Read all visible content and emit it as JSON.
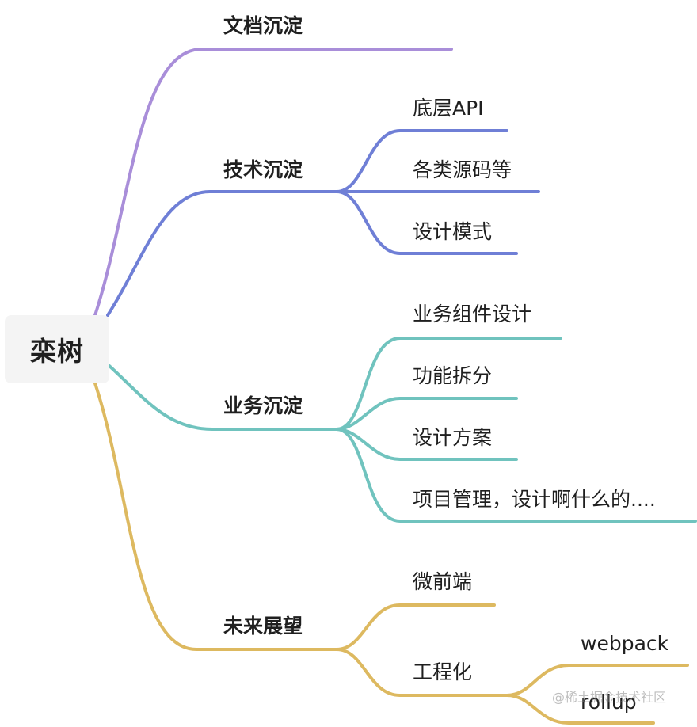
{
  "colors": {
    "purple": "#A98ED9",
    "blue": "#6F7FD6",
    "teal": "#70C3BE",
    "gold": "#DDB960",
    "root_bg": "#F4F4F4"
  },
  "root": {
    "label": "栾树"
  },
  "branches": [
    {
      "label": "文档沉淀",
      "color": "purple",
      "children": []
    },
    {
      "label": "技术沉淀",
      "color": "blue",
      "children": [
        {
          "label": "底层API"
        },
        {
          "label": "各类源码等"
        },
        {
          "label": "设计模式"
        }
      ]
    },
    {
      "label": "业务沉淀",
      "color": "teal",
      "children": [
        {
          "label": "业务组件设计"
        },
        {
          "label": "功能拆分"
        },
        {
          "label": "设计方案"
        },
        {
          "label": "项目管理，设计啊什么的...."
        }
      ]
    },
    {
      "label": "未来展望",
      "color": "gold",
      "children": [
        {
          "label": "微前端"
        },
        {
          "label": "工程化",
          "children": [
            {
              "label": "webpack"
            },
            {
              "label": "rollup"
            }
          ]
        }
      ]
    }
  ],
  "watermark": "@稀土掘金技术社区"
}
